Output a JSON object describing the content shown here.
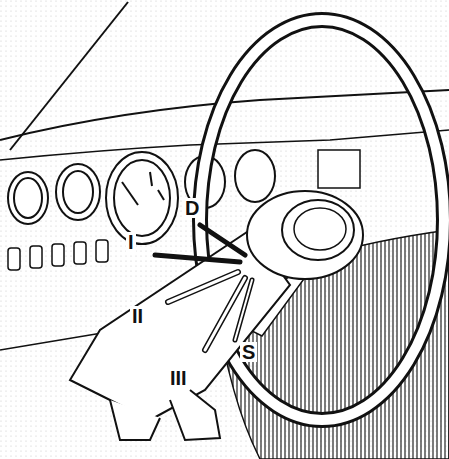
{
  "diagram": {
    "labels": [
      "D",
      "I",
      "II",
      "S",
      "III"
    ]
  }
}
